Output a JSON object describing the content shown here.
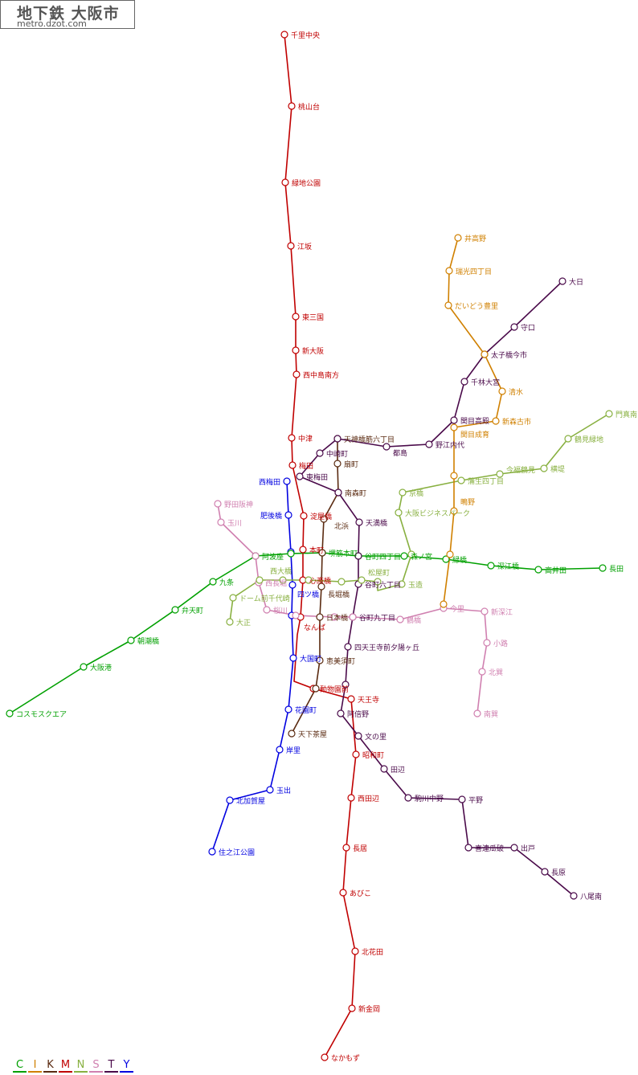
{
  "header": {
    "title": "地下鉄 大阪市",
    "site": "metro.dzot.com"
  },
  "lines": [
    {
      "id": "M",
      "color": "#c00000",
      "stations": [
        "千里中央",
        "桃山台",
        "緑地公園",
        "江坂",
        "東三国",
        "新大阪",
        "西中島南方",
        "中津",
        "梅田",
        "淀屋橋",
        "本町",
        "心斎橋",
        "なんば",
        "動物園前",
        "天王寺",
        "昭和町",
        "西田辺",
        "長居",
        "あびこ",
        "北花田",
        "新金岡",
        "なかもず"
      ]
    },
    {
      "id": "Y",
      "color": "#0000e0",
      "stations": [
        "西梅田",
        "肥後橋",
        "本町",
        "四ツ橋",
        "なんば",
        "大国町",
        "花園町",
        "岸里",
        "玉出",
        "北加賀屋",
        "住之江公園"
      ]
    },
    {
      "id": "C",
      "color": "#00a000",
      "stations": [
        "コスモスクエア",
        "大阪港",
        "朝潮橋",
        "弁天町",
        "九条",
        "阿波座",
        "本町",
        "堺筋本町",
        "谷町四丁目",
        "森ノ宮",
        "緑橋",
        "深江橋",
        "高井田",
        "長田"
      ]
    },
    {
      "id": "K",
      "color": "#5a2a10",
      "stations": [
        "天神橋筋六丁目",
        "扇町",
        "南森町",
        "北浜",
        "堺筋本町",
        "長堀橋",
        "日本橋",
        "恵美須町",
        "動物園前",
        "天下茶屋"
      ]
    },
    {
      "id": "T",
      "color": "#4a0a4a",
      "stations": [
        "大日",
        "守口",
        "太子橋今市",
        "千林大宮",
        "関目高殿",
        "野江内代",
        "都島",
        "天神橋筋六丁目",
        "中崎町",
        "東梅田",
        "南森町",
        "天満橋",
        "谷町四丁目",
        "谷町六丁目",
        "谷町九丁目",
        "四天王寺前夕陽ヶ丘",
        "天王寺",
        "阿倍野",
        "文の里",
        "田辺",
        "駒川中野",
        "平野",
        "喜連瓜破",
        "出戸",
        "長原",
        "八尾南"
      ]
    },
    {
      "id": "S",
      "color": "#d080b0",
      "stations": [
        "野田阪神",
        "玉川",
        "阿波座",
        "西長堀",
        "桜川",
        "なんば",
        "日本橋",
        "谷町九丁目",
        "鶴橋",
        "今里",
        "新深江",
        "小路",
        "北巽",
        "南巽"
      ]
    },
    {
      "id": "N",
      "color": "#88b040",
      "stations": [
        "大正",
        "ドーム前千代崎",
        "西長堀",
        "西大橋",
        "心斎橋",
        "長堀橋",
        "松屋町",
        "谷町六丁目",
        "玉造",
        "森ノ宮",
        "大阪ビジネスパーク",
        "京橋",
        "蒲生四丁目",
        "今福鶴見",
        "横堤",
        "鶴見緑地",
        "門真南"
      ]
    },
    {
      "id": "I",
      "color": "#d08000",
      "stations": [
        "井高野",
        "瑞光四丁目",
        "だいどう豊里",
        "太子橋今市",
        "清水",
        "新森古市",
        "関目成育",
        "蒲生四丁目",
        "鴫野",
        "緑橋",
        "今里"
      ]
    }
  ],
  "legend": [
    {
      "label": "C",
      "color": "#00a000"
    },
    {
      "label": "I",
      "color": "#d08000"
    },
    {
      "label": "K",
      "color": "#5a2a10"
    },
    {
      "label": "M",
      "color": "#c00000"
    },
    {
      "label": "N",
      "color": "#88b040"
    },
    {
      "label": "S",
      "color": "#d080b0"
    },
    {
      "label": "T",
      "color": "#4a0a4a"
    },
    {
      "label": "Y",
      "color": "#0000e0"
    }
  ]
}
